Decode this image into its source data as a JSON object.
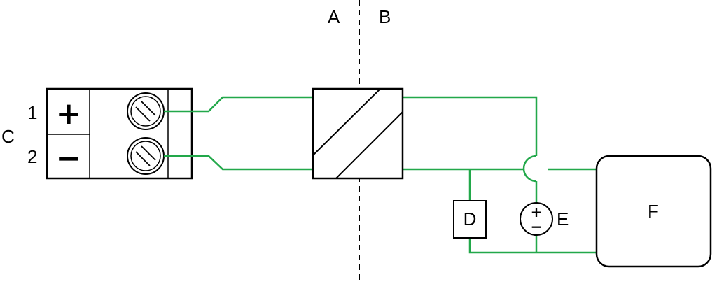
{
  "colors": {
    "wire": "#22a84a",
    "outline": "#000000",
    "background": "#ffffff"
  },
  "labels": {
    "zone_a": "A",
    "zone_b": "B",
    "terminal_block": "C",
    "terminal_1": "1",
    "terminal_2": "2",
    "component_d": "D",
    "source_e": "E",
    "device_f": "F"
  },
  "symbols": {
    "plus": "+",
    "minus": "−",
    "source_plus": "+",
    "source_minus": "−"
  },
  "icons": {
    "screw_top": "screw-icon",
    "screw_bottom": "screw-icon",
    "isolator": "isolation-barrier-icon",
    "voltage_source": "dc-voltage-source-icon",
    "wire_crossover": "wire-hop-icon"
  }
}
